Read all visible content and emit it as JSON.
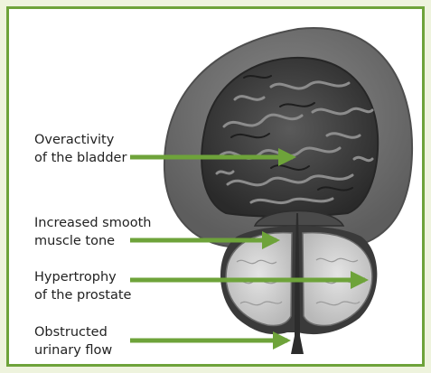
{
  "labels": {
    "overactivity": {
      "line1": "Overactivity",
      "line2": "of the bladder"
    },
    "smooth_muscle": {
      "line1": "Increased smooth",
      "line2": "muscle tone"
    },
    "hypertrophy": {
      "line1": "Hypertrophy",
      "line2": "of the prostate"
    },
    "obstructed": {
      "line1": "Obstructed",
      "line2": "urinary flow"
    }
  },
  "colors": {
    "frame_border": "#6ea33a",
    "frame_background": "#eef3dd",
    "arrow": "#6ea33a",
    "bladder_wall": "#6f6f6f",
    "bladder_lumen": "#3c3c3c",
    "prostate": "#d6d6d6"
  },
  "icons": {
    "arrow": "arrow-right-icon"
  }
}
